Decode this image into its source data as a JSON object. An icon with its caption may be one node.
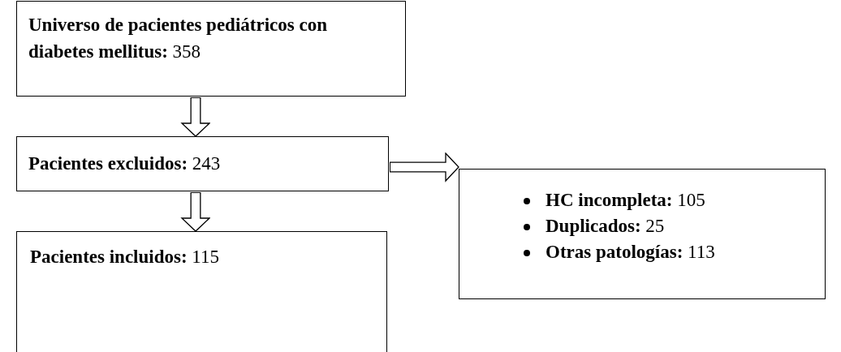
{
  "diagram": {
    "nodes": [
      {
        "text": [
          "**Universo de pacientes pediátricos con diabetes mellitus:** 358"
        ]
      },
      {
        "text": [
          "**Pacientes excluidos:** 243"
        ]
      },
      {
        "text": [
          "**Pacientes incluidos:** 115"
        ]
      },
      {
        "text": [
          "**HC incompleta:** 105",
          "**Duplicados:** 25",
          "**Otras patologías:** 113"
        ]
      }
    ],
    "edges": [
      {
        "from": 0,
        "to": 1,
        "arrow": "to"
      },
      {
        "from": 1,
        "to": 2,
        "arrow": "to"
      },
      {
        "from": 1,
        "to": 3,
        "arrow": "to"
      }
    ]
  }
}
